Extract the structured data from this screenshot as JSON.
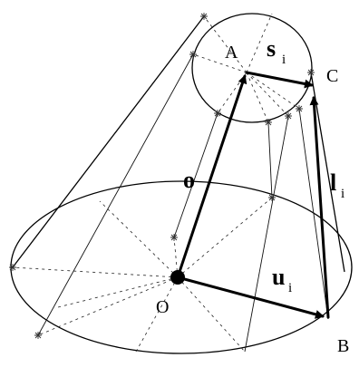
{
  "labels": {
    "point_A": "A",
    "point_C": "C",
    "point_O": "O",
    "point_B": "B",
    "vec_o": "o",
    "vec_s": "s",
    "vec_s_sub": "i",
    "vec_l": "l",
    "vec_l_sub": "i",
    "vec_u": "u",
    "vec_u_sub": "i"
  }
}
